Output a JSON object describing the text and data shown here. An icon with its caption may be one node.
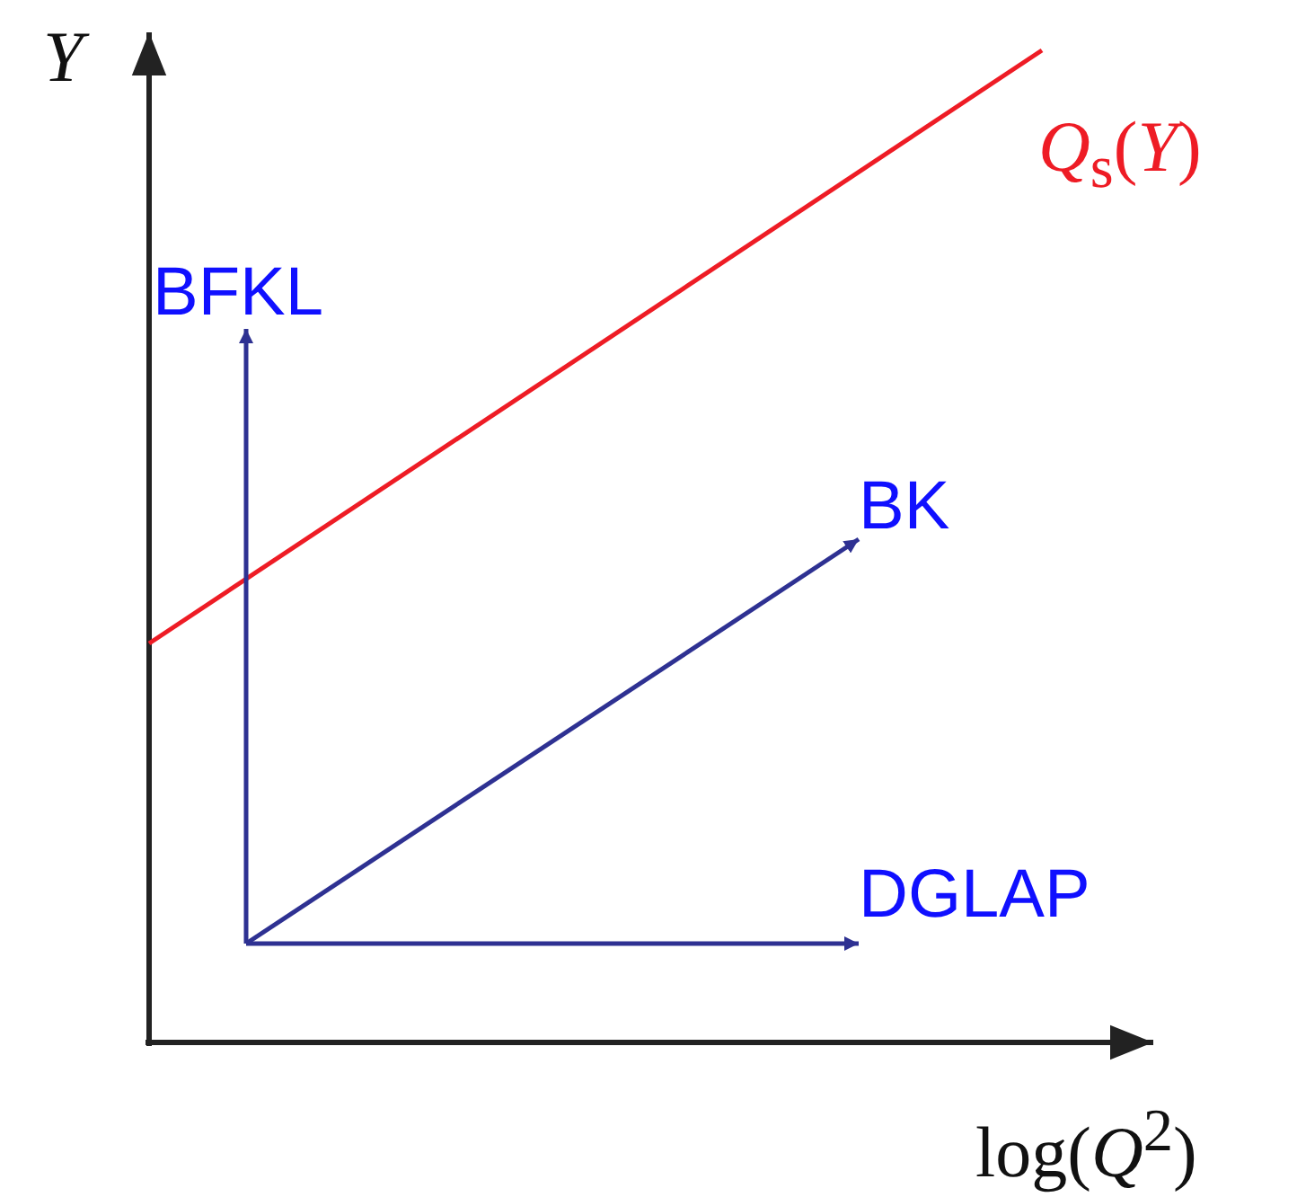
{
  "diagram": {
    "nodes": [
      {
        "text": [
          "BFKL"
        ]
      },
      {
        "text": [
          "BK"
        ]
      },
      {
        "text": [
          "DGLAP"
        ]
      }
    ],
    "edges": [
      {
        "from": null,
        "to": 0,
        "arrow": "to"
      },
      {
        "from": null,
        "to": 1,
        "arrow": "to"
      },
      {
        "from": null,
        "to": 2,
        "arrow": "to"
      }
    ],
    "labels": [
      "Y",
      "*Q*$_{s}$(*Y*)",
      "log(*Q*$^{2}$)"
    ]
  }
}
